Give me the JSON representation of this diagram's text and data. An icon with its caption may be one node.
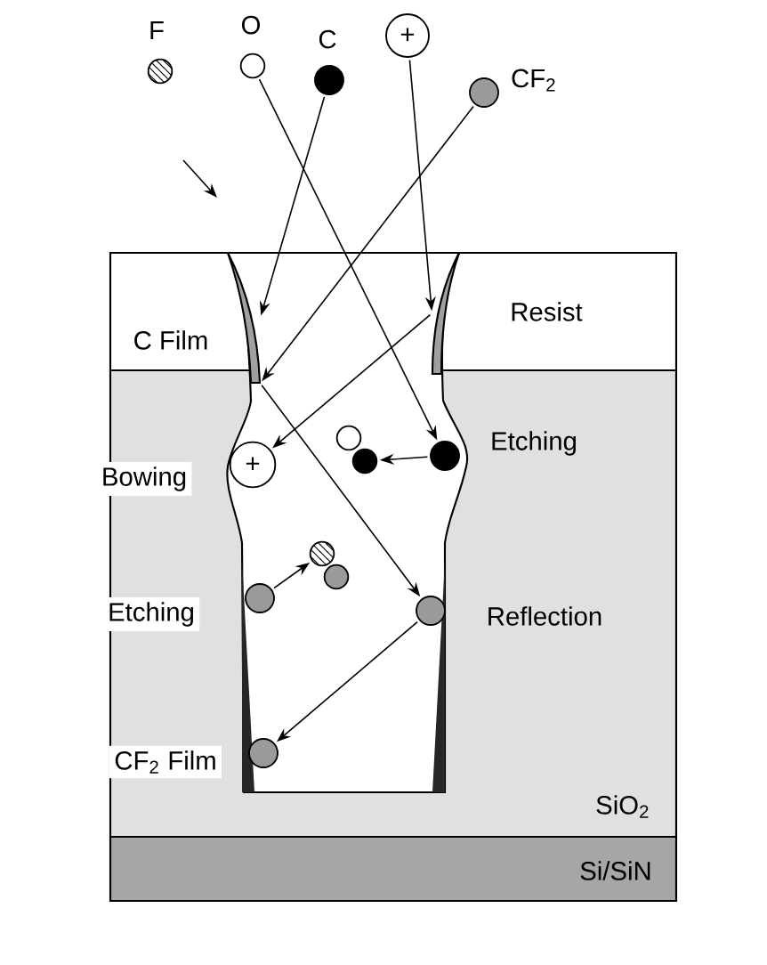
{
  "diagram": {
    "nodes": [
      {
        "text": [
          "F"
        ]
      },
      {
        "text": [
          "O"
        ]
      },
      {
        "text": [
          "C"
        ]
      },
      {
        "text": [
          "+"
        ]
      },
      {
        "text": [
          "CF$_{2}$"
        ]
      },
      {
        "text": [],
        "shape": "bar",
        "beside": [
          "C Film"
        ]
      },
      {
        "text": [],
        "shape": "bar"
      },
      {
        "text": [
          "+"
        ],
        "beside": [
          "Bowing"
        ]
      },
      {
        "text": [],
        "shape": "circle"
      },
      {
        "text": [],
        "shape": "circle"
      },
      {
        "text": [],
        "shape": "circle",
        "beside": [
          "Etching"
        ]
      },
      {
        "text": [],
        "shape": "circle"
      },
      {
        "text": [],
        "shape": "circle"
      },
      {
        "text": [],
        "shape": "circle",
        "beside": [
          "Etching"
        ]
      },
      {
        "text": [],
        "shape": "circle",
        "beside": [
          "Reflection"
        ]
      },
      {
        "text": [],
        "shape": "circle",
        "beside": [
          "CF$_{2}$ Film"
        ]
      }
    ],
    "edges": [
      {
        "from": 1,
        "to": 10,
        "arrow": "to"
      },
      {
        "from": 2,
        "to": 5,
        "arrow": "to"
      },
      {
        "from": 3,
        "to": 6,
        "arrow": "to"
      },
      {
        "from": 6,
        "to": 7,
        "arrow": "to"
      },
      {
        "from": 4,
        "to": 5,
        "arrow": "to"
      },
      {
        "from": 5,
        "to": 14,
        "arrow": "to"
      },
      {
        "from": 14,
        "to": 15,
        "arrow": "to"
      },
      {
        "from": 10,
        "to": 9,
        "arrow": "to"
      },
      {
        "from": 13,
        "to": 11,
        "arrow": "to"
      }
    ],
    "labels": [
      "Resist",
      "SiO$_{2}$",
      "Si/SiN"
    ]
  }
}
